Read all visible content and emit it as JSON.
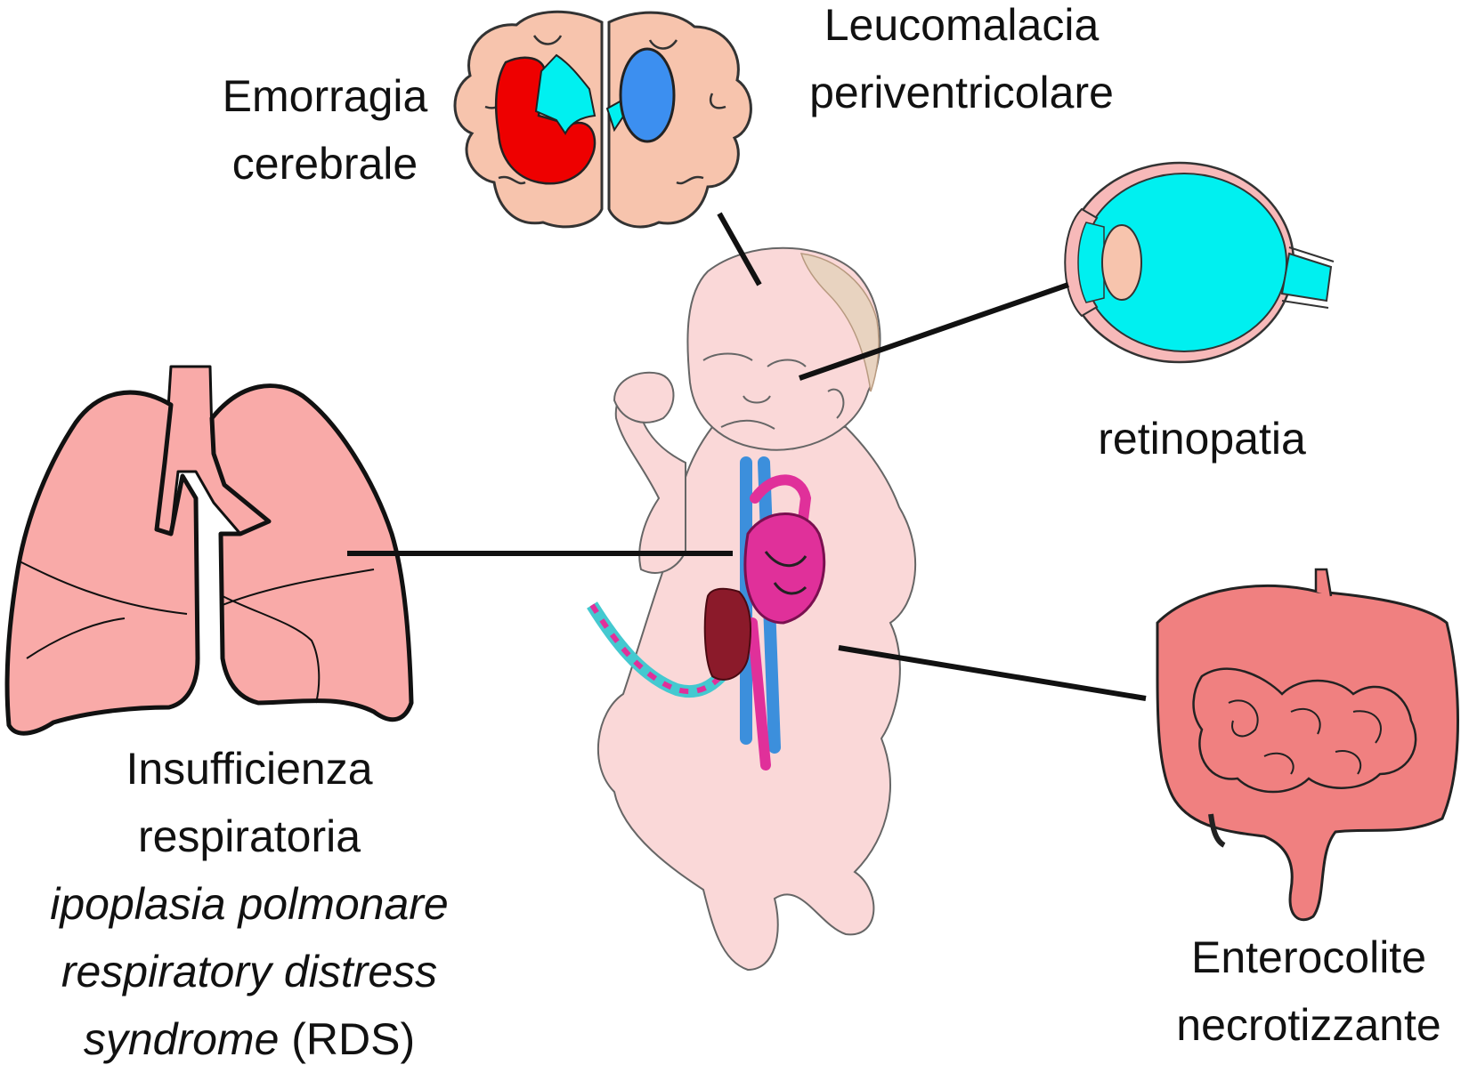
{
  "labels": {
    "emorragia": {
      "line1": "Emorragia",
      "line2": "cerebrale"
    },
    "leucomalacia": {
      "line1": "Leucomalacia",
      "line2": "periventricolare"
    },
    "retinopatia": {
      "line1": "retinopatia"
    },
    "insufficienza": {
      "line1": "Insufficienza",
      "line2": "respiratoria",
      "line3": "ipoplasia polmonare",
      "line4": "respiratory distress",
      "line5_italic": "syndrome",
      "line5_plain": " (RDS)"
    },
    "enterocolite": {
      "line1": "Enterocolite",
      "line2": "necrotizzante"
    }
  },
  "colors": {
    "brain": "#f7c4ad",
    "hemorrhage": "#ee0000",
    "ventricle": "#00f0f0",
    "leukomalacia": "#3c8ff0",
    "lung": "#f9aaa8",
    "eye": "#00f0f0",
    "skin": "#fad8d8",
    "intestine": "#f08080",
    "artery": "#e0309a",
    "vein": "#3c8fdc"
  }
}
